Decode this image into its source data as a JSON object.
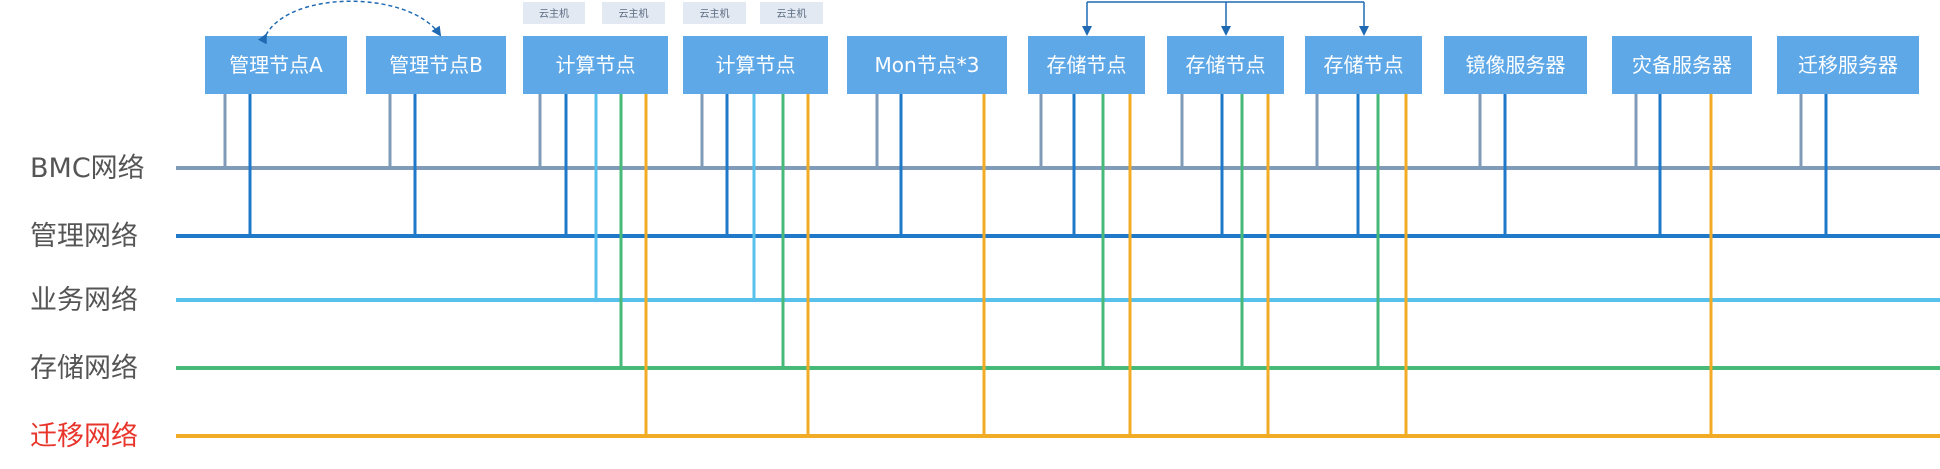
{
  "nodes": [
    {
      "id": "mgmt-a",
      "label": "管理节点A",
      "nets": [
        "bmc",
        "mgmt"
      ]
    },
    {
      "id": "mgmt-b",
      "label": "管理节点B",
      "nets": [
        "bmc",
        "mgmt"
      ]
    },
    {
      "id": "compute-1",
      "label": "计算节点",
      "nets": [
        "bmc",
        "mgmt",
        "biz",
        "storage",
        "migrate"
      ]
    },
    {
      "id": "compute-2",
      "label": "计算节点",
      "nets": [
        "bmc",
        "mgmt",
        "biz",
        "storage",
        "migrate"
      ]
    },
    {
      "id": "mon",
      "label": "Mon节点*3",
      "nets": [
        "bmc",
        "mgmt",
        "migrate"
      ]
    },
    {
      "id": "storage-1",
      "label": "存储节点",
      "nets": [
        "bmc",
        "mgmt",
        "storage",
        "migrate"
      ]
    },
    {
      "id": "storage-2",
      "label": "存储节点",
      "nets": [
        "bmc",
        "mgmt",
        "storage",
        "migrate"
      ]
    },
    {
      "id": "storage-3",
      "label": "存储节点",
      "nets": [
        "bmc",
        "mgmt",
        "storage",
        "migrate"
      ]
    },
    {
      "id": "image",
      "label": "镜像服务器",
      "nets": [
        "bmc",
        "mgmt"
      ]
    },
    {
      "id": "dr",
      "label": "灾备服务器",
      "nets": [
        "bmc",
        "mgmt",
        "migrate"
      ]
    },
    {
      "id": "migration",
      "label": "迁移服务器",
      "nets": [
        "bmc",
        "mgmt"
      ]
    }
  ],
  "vms": [
    {
      "label": "云主机"
    },
    {
      "label": "云主机"
    },
    {
      "label": "云主机"
    },
    {
      "label": "云主机"
    }
  ],
  "networks": [
    {
      "id": "bmc",
      "label": "BMC网络",
      "color": "#7f9bb8",
      "labelColor": "#555555"
    },
    {
      "id": "mgmt",
      "label": "管理网络",
      "color": "#1f78c8",
      "labelColor": "#555555"
    },
    {
      "id": "biz",
      "label": "业务网络",
      "color": "#57c1ec",
      "labelColor": "#555555"
    },
    {
      "id": "storage",
      "label": "存储网络",
      "color": "#47b978",
      "labelColor": "#555555"
    },
    {
      "id": "migrate",
      "label": "迁移网络",
      "color": "#f2ab25",
      "labelColor": "#e8352b"
    }
  ],
  "colors": {
    "node_fill": "#5fa8e8",
    "vm_fill": "#e3e9f2",
    "connector": "#1f6ab3"
  }
}
